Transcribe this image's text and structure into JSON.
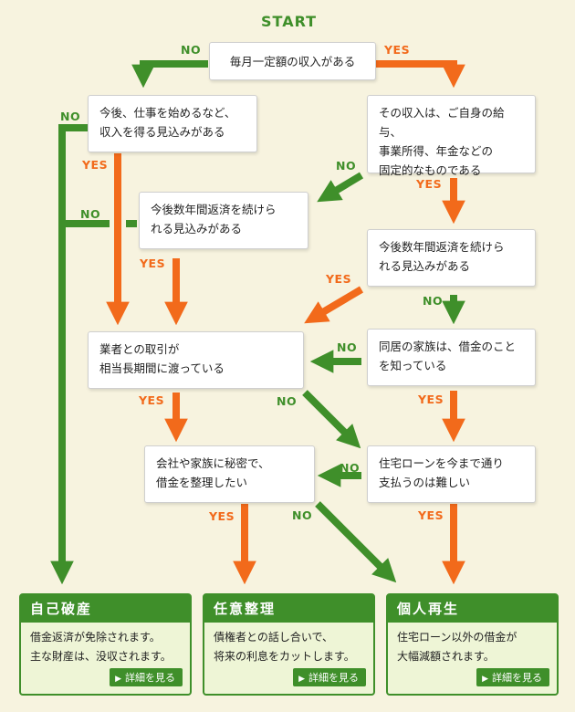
{
  "start": "START",
  "questions": {
    "q1": "毎月一定額の収入がある",
    "q2": "今後、仕事を始めるなど、\n収入を得る見込みがある",
    "q3": "その収入は、ご自身の給与、\n事業所得、年金などの\n固定的なものである",
    "q4": "今後数年間返済を続けら\nれる見込みがある",
    "q5": "今後数年間返済を続けら\nれる見込みがある",
    "q6": "業者との取引が\n相当長期間に渡っている",
    "q7": "同居の家族は、借金のこと\nを知っている",
    "q8": "会社や家族に秘密で、\n借金を整理したい",
    "q9": "住宅ローンを今まで通り\n支払うのは難しい"
  },
  "labels": {
    "yes": "YES",
    "no": "NO"
  },
  "results": [
    {
      "title": "自己破産",
      "desc": "借金返済が免除されます。\n主な財産は、没収されます。",
      "button": "詳細を見る"
    },
    {
      "title": "任意整理",
      "desc": "債権者との話し合いで、\n将来の利息をカットします。",
      "button": "詳細を見る"
    },
    {
      "title": "個人再生",
      "desc": "住宅ローン以外の借金が\n大幅減額されます。",
      "button": "詳細を見る"
    }
  ],
  "colors": {
    "yes": "#f26a1b",
    "no": "#3f8f2a",
    "background": "#f7f3df"
  }
}
